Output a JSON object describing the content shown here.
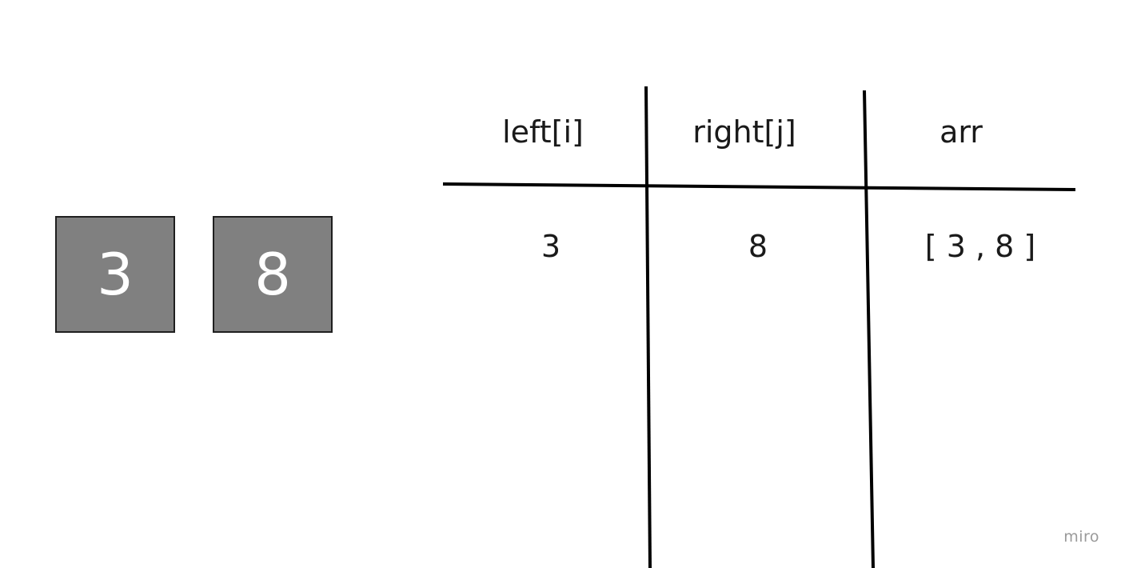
{
  "cards": [
    {
      "value": "3"
    },
    {
      "value": "8"
    }
  ],
  "table": {
    "headers": [
      "left[i]",
      "right[j]",
      "arr"
    ],
    "rows": [
      [
        "3",
        "8",
        "[ 3 , 8 ]"
      ]
    ]
  },
  "watermark": "miro"
}
